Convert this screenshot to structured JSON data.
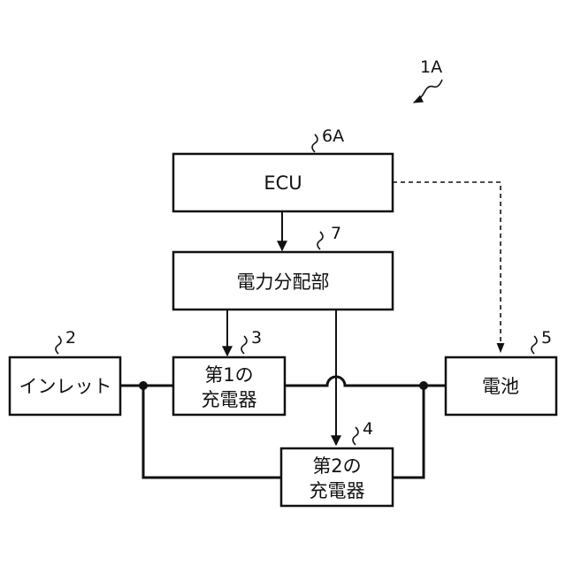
{
  "figure_ref": "1A",
  "blocks": {
    "ecu": {
      "label": "ECU",
      "ref": "6A"
    },
    "distributor": {
      "label": "電力分配部",
      "ref": "7"
    },
    "inlet": {
      "label": "インレット",
      "ref": "2"
    },
    "charger1": {
      "line1": "第1の",
      "line2": "充電器",
      "ref": "3"
    },
    "charger2": {
      "line1": "第2の",
      "line2": "充電器",
      "ref": "4"
    },
    "battery": {
      "label": "電池",
      "ref": "5"
    }
  }
}
